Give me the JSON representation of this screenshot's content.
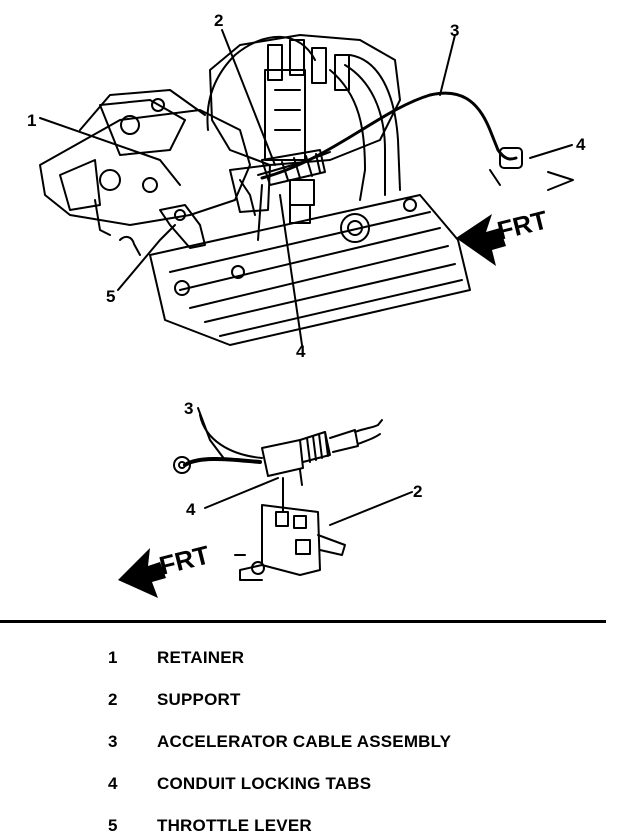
{
  "diagram": {
    "callouts": {
      "top_1": "1",
      "top_2": "2",
      "top_3": "3",
      "top_4_right": "4",
      "top_4_bottom": "4",
      "top_5": "5",
      "detail_3": "3",
      "detail_4": "4",
      "detail_2": "2"
    },
    "front_labels": {
      "top": "FRT",
      "detail": "FRT"
    }
  },
  "legend": [
    {
      "number": "1",
      "label": "RETAINER"
    },
    {
      "number": "2",
      "label": "SUPPORT"
    },
    {
      "number": "3",
      "label": "ACCELERATOR CABLE ASSEMBLY"
    },
    {
      "number": "4",
      "label": "CONDUIT LOCKING TABS"
    },
    {
      "number": "5",
      "label": "THROTTLE LEVER"
    }
  ]
}
